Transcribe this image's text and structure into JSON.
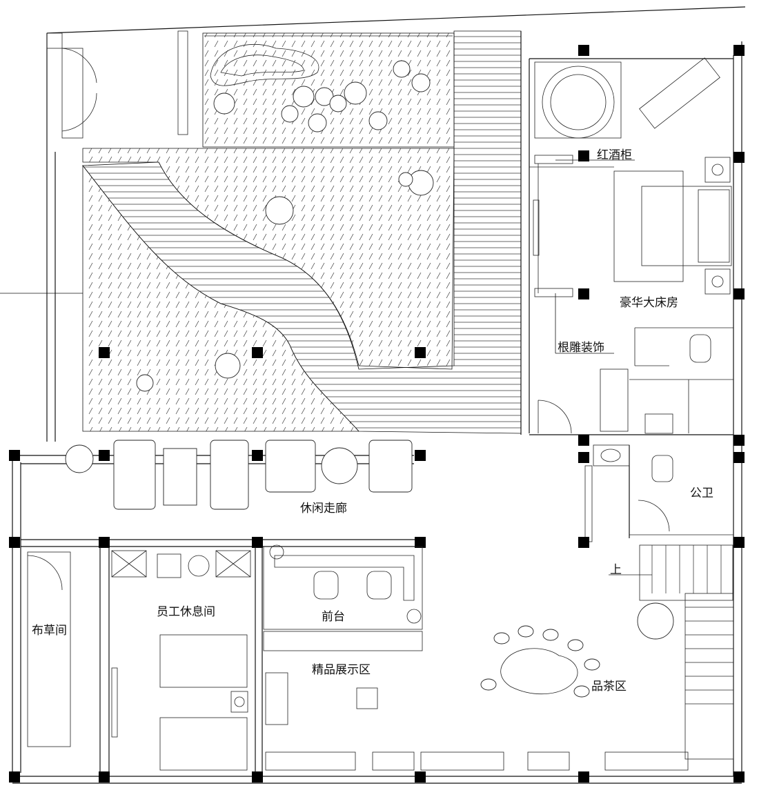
{
  "labels": {
    "wine_cabinet": "红酒柜",
    "master_bedroom": "豪华大床房",
    "root_carving": "根雕装饰",
    "public_toilet": "公卫",
    "corridor": "休闲走廊",
    "staff_lounge": "员工休息间",
    "front_desk": "前台",
    "linen_room": "布草间",
    "boutique_display": "精品展示区",
    "tea_area": "品茶区",
    "stair_up": "上"
  },
  "colors": {
    "line": "#111111",
    "column": "#000000",
    "background": "#ffffff"
  }
}
